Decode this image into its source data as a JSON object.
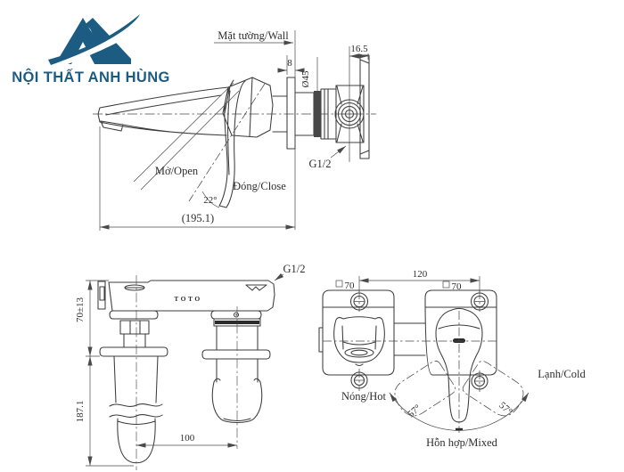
{
  "logo": {
    "text": "NỘI THẤT ANH HÙNG",
    "color": "#1d5c82"
  },
  "side_view": {
    "wall_label": "Mặt tường/Wall",
    "dim_flange_thickness": "8",
    "dim_diameter": "Ø45",
    "dim_offset": "16.5",
    "thread_label": "G1/2",
    "open_label": "Mở/Open",
    "close_label": "Đóng/Close",
    "angle": "22°",
    "dim_length": "(195.1)"
  },
  "top_view": {
    "thread_label": "G1/2",
    "brand": "TOTO",
    "dim_height": "70±13",
    "dim_spout_drop": "187.1",
    "dim_spacing": "100"
  },
  "front_view": {
    "dim_spacing": "120",
    "plate_size_left": "70",
    "plate_size_right": "70",
    "hot_label": "Nóng/Hot",
    "cold_label": "Lạnh/Cold",
    "mixed_label": "Hỗn hợp/Mixed",
    "angle_left": "57°",
    "angle_right": "57°"
  },
  "colors": {
    "line": "#3c3c3c",
    "accent": "#1d5c82"
  }
}
